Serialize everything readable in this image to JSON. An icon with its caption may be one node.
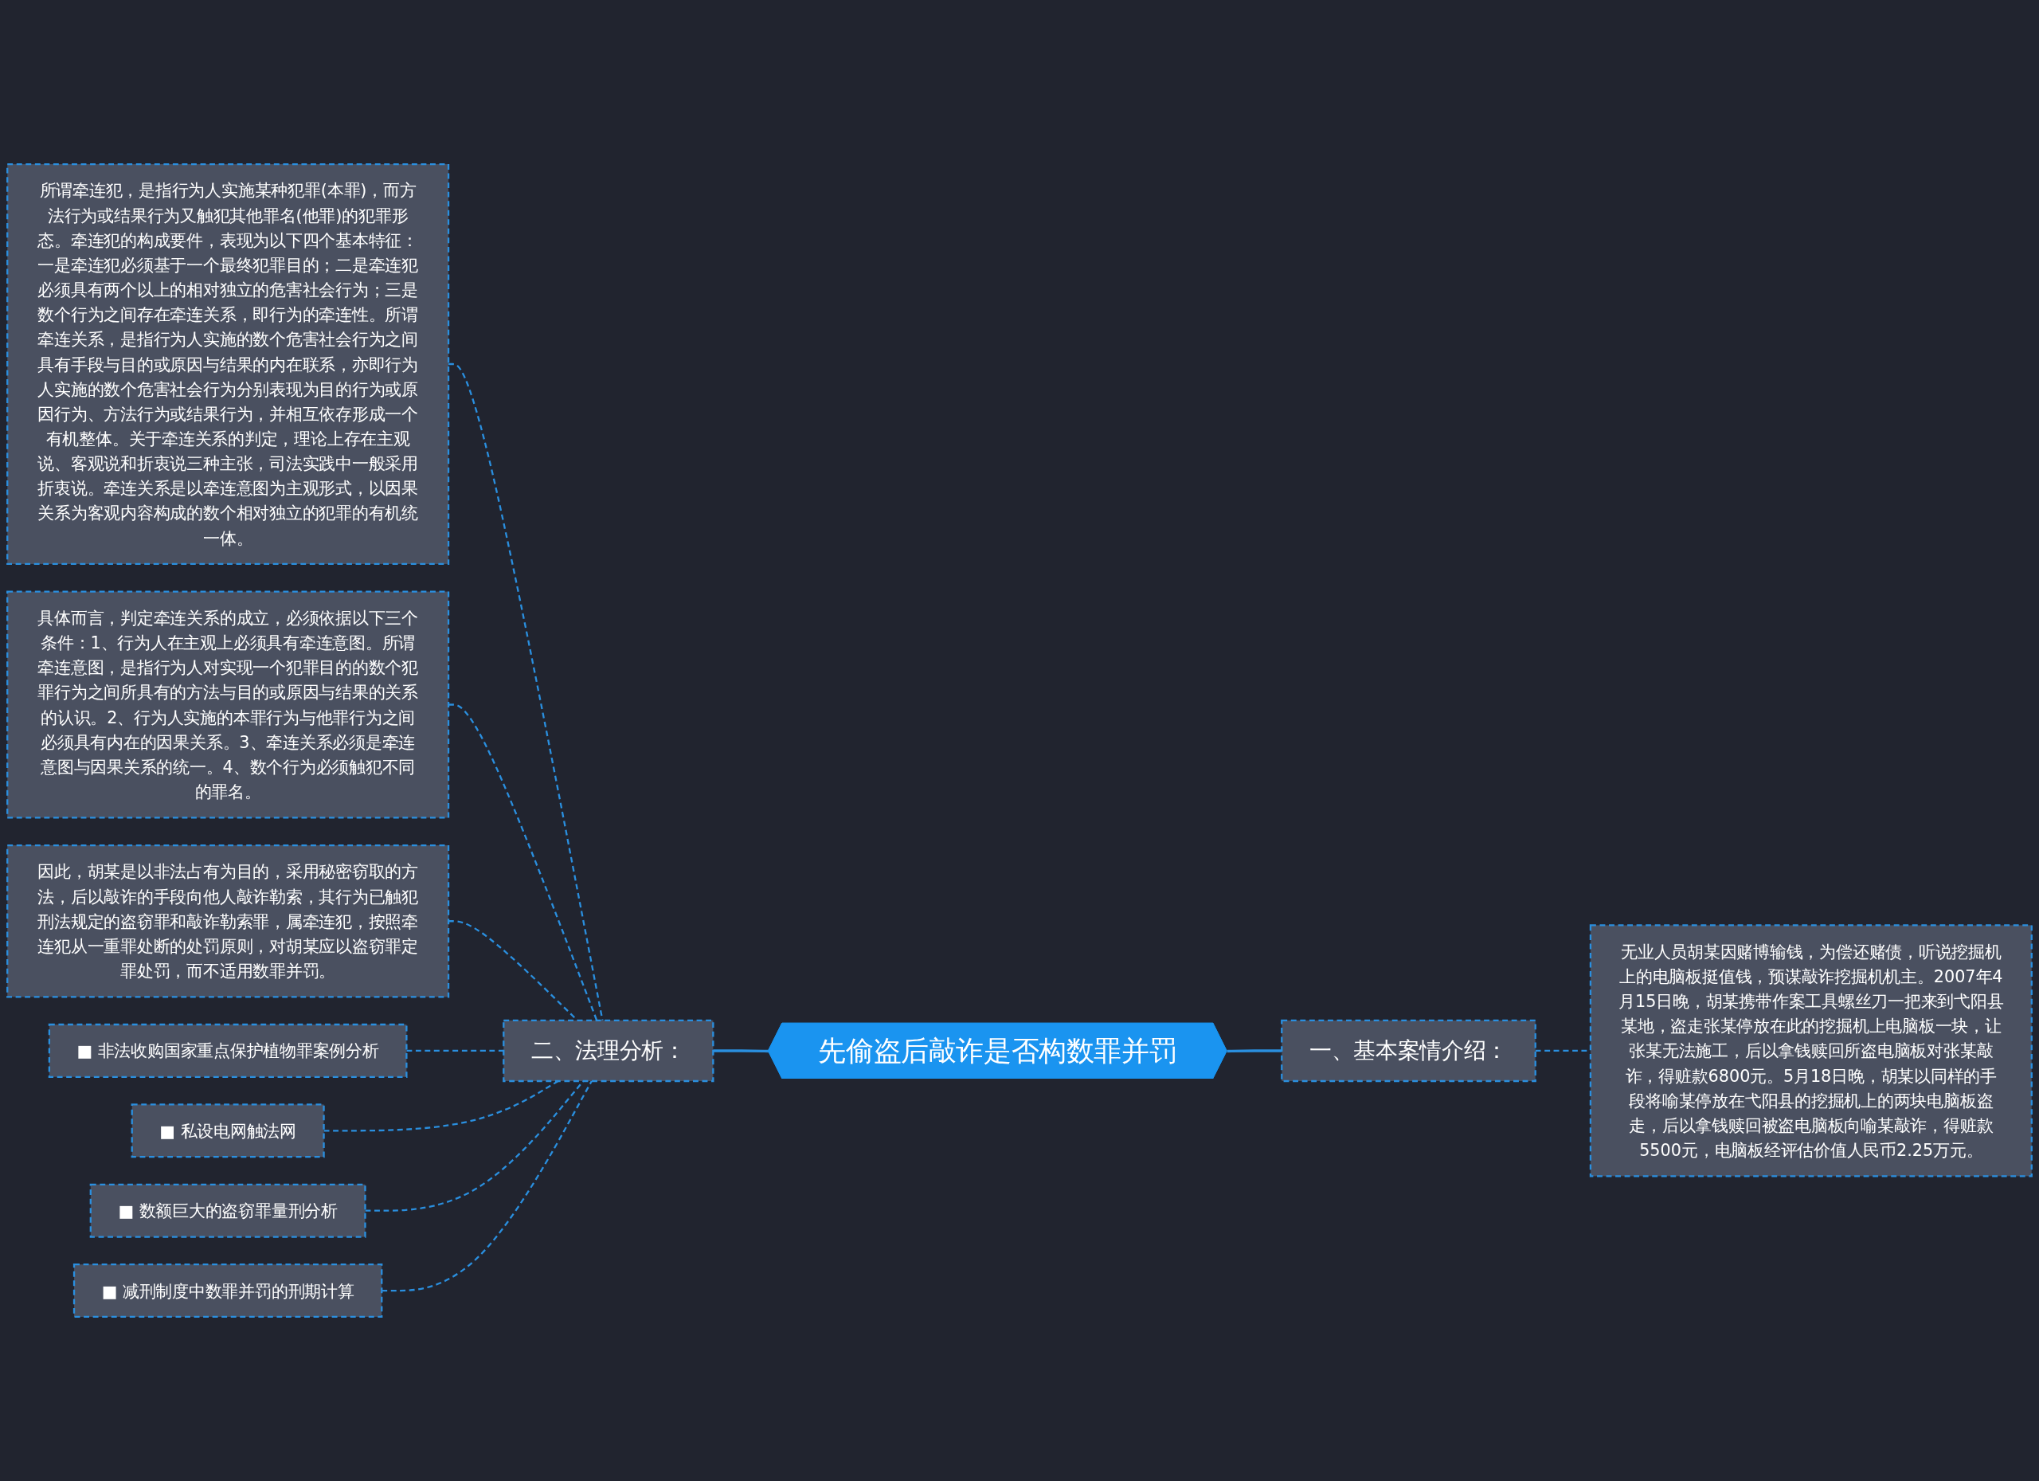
{
  "diagram": {
    "nodes": [
      {
        "text": [
          "先偷盗后敲诈是否构数罪并罚"
        ]
      },
      {
        "text": [
          "二、法理分析："
        ]
      },
      {
        "text": [
          "所谓牵连犯，是指行为人实施某种犯罪(本罪)，而方法行为或结果行为又触犯其他罪名(他罪)的犯罪形态。牵连犯的构成要件，表现为以下四个基本特征：一是牵连犯必须基于一个最终犯罪目的；二是牵连犯必须具有两个以上的相对独立的危害社会行为；三是数个行为之间存在牵连关系，即行为的牵连性。所谓牵连关系，是指行为人实施的数个危害社会行为之间具有手段与目的或原因与结果的内在联系，亦即行为人实施的数个危害社会行为分别表现为目的行为或原因行为、方法行为或结果行为，并相互依存形成一个有机整体。关于牵连关系的判定，理论上存在主观说、客观说和折衷说三种主张，司法实践中一般采用折衷说。牵连关系是以牵连意图为主观形式，以因果关系为客观内容构成的数个相对独立的犯罪的有机统一体。"
        ]
      },
      {
        "text": [
          "具体而言，判定牵连关系的成立，必须依据以下三个条件：1、行为人在主观上必须具有牵连意图。所谓牵连意图，是指行为人对实现一个犯罪目的的数个犯罪行为之间所具有的方法与目的或原因与结果的关系的认识。2、行为人实施的本罪行为与他罪行为之间必须具有内在的因果关系。3、牵连关系必须是牵连意图与因果关系的统一。4、数个行为必须触犯不同的罪名。"
        ]
      },
      {
        "text": [
          "因此，胡某是以非法占有为目的，采用秘密窃取的方法，后以敲诈的手段向他人敲诈勒索，其行为已触犯刑法规定的盗窃罪和敲诈勒索罪，属牵连犯，按照牵连犯从一重罪处断的处罚原则，对胡某应以盗窃罪定罪处罚，而不适用数罪并罚。"
        ]
      },
      {
        "text": [
          "■ 非法收购国家重点保护植物罪案例分析"
        ]
      },
      {
        "text": [
          "■ 私设电网触法网"
        ]
      },
      {
        "text": [
          "■ 数额巨大的盗窃罪量刑分析"
        ]
      },
      {
        "text": [
          "■ 减刑制度中数罪并罚的刑期计算"
        ]
      },
      {
        "text": [
          "一、基本案情介绍："
        ]
      },
      {
        "text": [
          "无业人员胡某因赌博输钱，为偿还赌债，听说挖掘机上的电脑板挺值钱，预谋敲诈挖掘机机主。2007年4月15日晚，胡某携带作案工具螺丝刀一把来到弋阳县某地，盗走张某停放在此的挖掘机上电脑板一块，让张某无法施工，后以拿钱赎回所盗电脑板对张某敲诈，得赃款6800元。5月18日晚，胡某以同样的手段将喻某停放在弋阳县的挖掘机上的两块电脑板盗走，后以拿钱赎回被盗电脑板向喻某敲诈，得赃款5500元，电脑板经评估价值人民币2.25万元。"
        ]
      }
    ],
    "edges": [
      {
        "from": 1,
        "to": 0,
        "arrow": "none"
      },
      {
        "from": 2,
        "to": 1,
        "arrow": "none",
        "style": "dashed"
      },
      {
        "from": 3,
        "to": 1,
        "arrow": "none",
        "style": "dashed"
      },
      {
        "from": 4,
        "to": 1,
        "arrow": "none",
        "style": "dashed"
      },
      {
        "from": 5,
        "to": 1,
        "arrow": "none",
        "style": "dashed"
      },
      {
        "from": 6,
        "to": 1,
        "arrow": "none",
        "style": "dashed"
      },
      {
        "from": 7,
        "to": 1,
        "arrow": "none",
        "style": "dashed"
      },
      {
        "from": 8,
        "to": 1,
        "arrow": "none",
        "style": "dashed"
      },
      {
        "from": 0,
        "to": 9,
        "arrow": "none"
      },
      {
        "from": 9,
        "to": 10,
        "arrow": "none",
        "style": "dashed"
      }
    ]
  }
}
